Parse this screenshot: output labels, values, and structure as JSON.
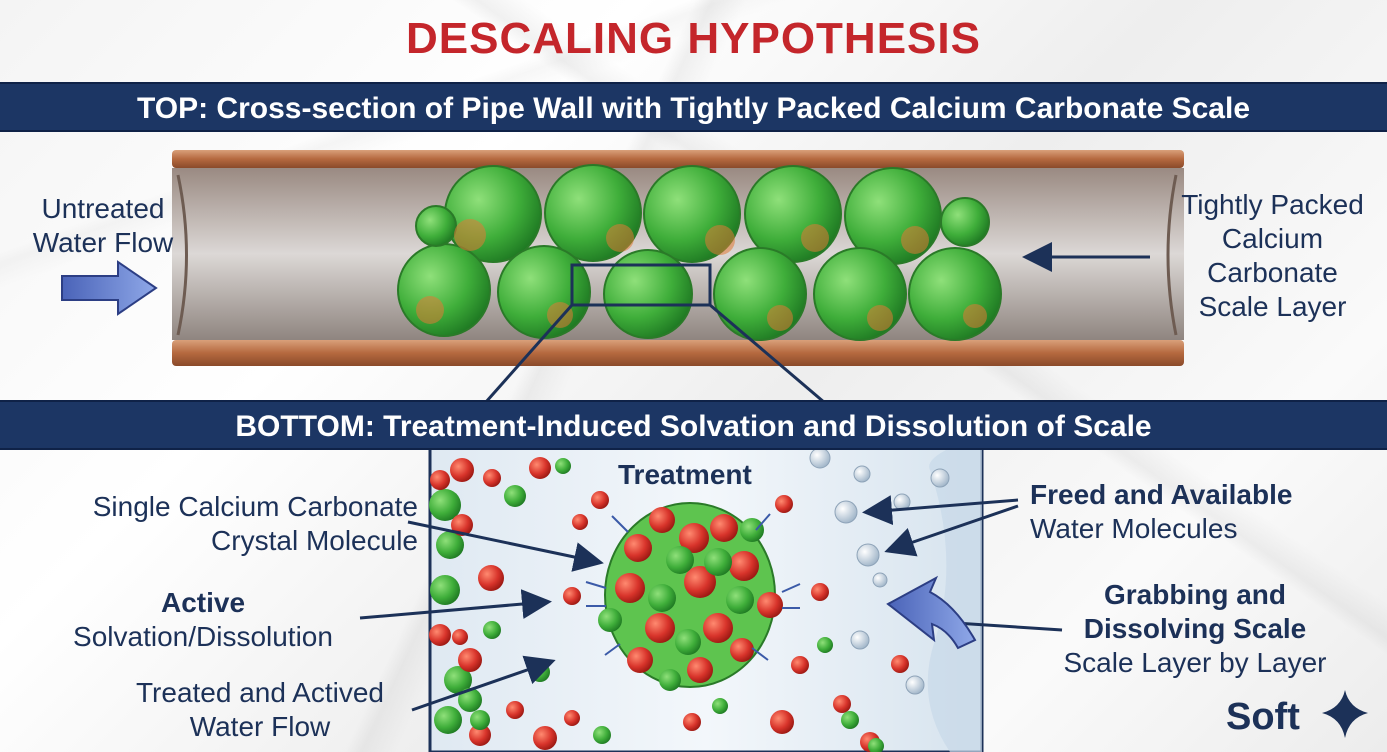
{
  "title": "DESCALING HYPOTHESIS",
  "top_banner": "TOP: Cross-section of Pipe Wall with Tightly Packed Calcium Carbonate Scale",
  "bottom_banner": "BOTTOM: Treatment-Induced Solvation and Dissolution of Scale",
  "top_left_label": {
    "line1": "Untreated",
    "line2": "Water Flow"
  },
  "top_right_label": {
    "line1": "Tightly Packed",
    "line2": "Calcium",
    "line3": "Carbonate",
    "line4": "Scale Layer"
  },
  "treatment_label": "Treatment",
  "left_labels": {
    "crystal": {
      "line1": "Single Calcium Carbonate",
      "line2": "Crystal Molecule"
    },
    "active": {
      "strong": "Active",
      "plain": "Solvation/Dissolution"
    },
    "treated": {
      "line1": "Treated and Actived",
      "line2": "Water Flow"
    }
  },
  "right_labels": {
    "freed": {
      "strong": "Freed and Available",
      "plain": "Water Molecules"
    },
    "grabbing": {
      "strong1": "Grabbing and",
      "strong2": "Dissolving Scale",
      "plain": "Scale Layer by Layer"
    }
  },
  "brand": "Soft",
  "colors": {
    "title_red": "#c4262b",
    "banner_navy": "#1c3664",
    "text_navy": "#1c3158",
    "scale_green": "#3fae3a",
    "molecule_red": "#d8342b",
    "copper": "#b8714a"
  }
}
